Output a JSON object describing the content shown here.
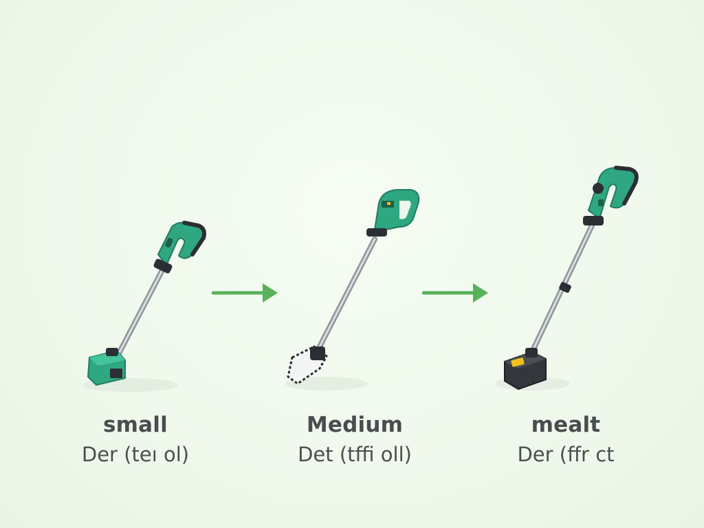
{
  "options": [
    {
      "title": "small",
      "subtitle": "Der (teı ol)"
    },
    {
      "title": "Medium",
      "subtitle": "Det (tffi oll)"
    },
    {
      "title": "mealt",
      "subtitle": "Der (ffr ct"
    }
  ],
  "colors": {
    "background": "#eef8ea",
    "tool_body": "#2fa882",
    "tool_dark": "#2b2f33",
    "arrow": "#58b25a",
    "text": "#4a4d4f",
    "accent_yellow": "#f2c21b"
  },
  "icons": [
    "small-trimmer-icon",
    "pole-saw-icon",
    "large-trimmer-icon",
    "arrow-right-icon"
  ]
}
